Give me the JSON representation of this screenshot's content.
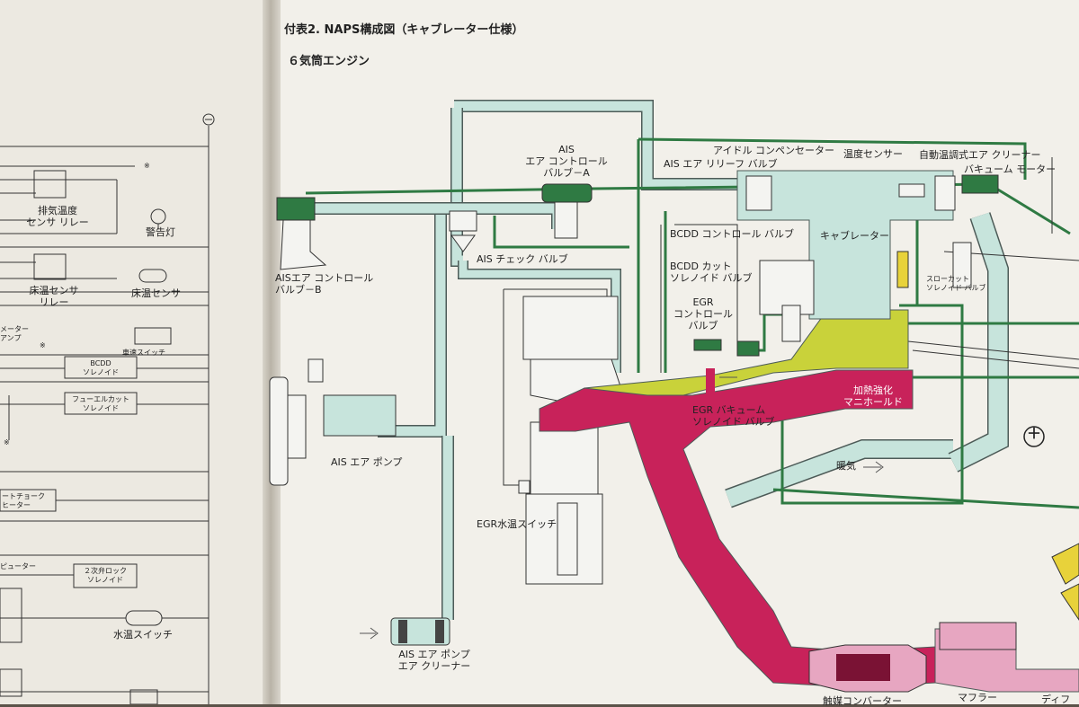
{
  "header": {
    "title": "付表2. NAPS構成図（キャブレーター仕様）",
    "subtitle": "６気筒エンジン"
  },
  "left_labels": {
    "exhaust_relay": "排気温度\nセンサ リレー",
    "warning_lamp": "警告灯",
    "floor_relay": "床温センサ\nリレー",
    "floor_sensor": "床温センサ",
    "meter_amp": "メーター\nアンプ",
    "vehicle_speed_switch": "車速スイッチ",
    "bcdd_solenoid": "BCDD\nソレノイド",
    "fuel_cut_solenoid": "フューエルカット\nソレノイド",
    "choke_heater": "ートチョーク\nヒーター",
    "computer": "ピューター",
    "secondary_lock_solenoid": "２次弁ロック\nソレノイド",
    "water_temp_switch": "水温スイッチ",
    "asterisk": "※"
  },
  "labels": {
    "ais_valve_a": "AIS\nエア コントロール\nバルブ－A",
    "idle_compensator": "アイドル コンペンセーター",
    "ais_relief_valve": "AIS エア リリーフ バルブ",
    "temp_sensor": "温度センサー",
    "auto_air_cleaner": "自動温調式エア クリーナー",
    "vacuum_motor": "バキューム モーター",
    "bcdd_control_valve": "BCDD コントロール バルブ",
    "carburetor": "キャブレーター",
    "ais_check_valve": "AIS チェック バルブ",
    "ais_valve_b": "AISエア コントロール\nバルブ－B",
    "bcdd_cut_solenoid": "BCDD カット\nソレノイド バルブ",
    "slow_cut_solenoid": "スローカット\nソレノイド バルブ",
    "egr_control_valve": "EGR\nコントロール\nバルブ",
    "egr_vacuum_solenoid": "EGR バキューム\nソレノイド バルブ",
    "heated_manifold": "加熱強化\nマニホールド",
    "heater": "暖気",
    "ais_pump": "AIS エア ポンプ",
    "egr_water_temp_switch": "EGR水温スイッチ",
    "ais_pump_cleaner": "AIS エア ポンプ\nエア クリーナー",
    "catalytic_converter": "触媒コンバーター",
    "muffler": "マフラー",
    "diffuser": "ディフ",
    "plus": "＋"
  },
  "colors": {
    "green": "#2f7a43",
    "light_blue": "#bfe0d8",
    "outline": "#4d5b58",
    "crimson": "#c8225a",
    "yellow_green": "#c9d23a",
    "yellow": "#e8d23a"
  }
}
